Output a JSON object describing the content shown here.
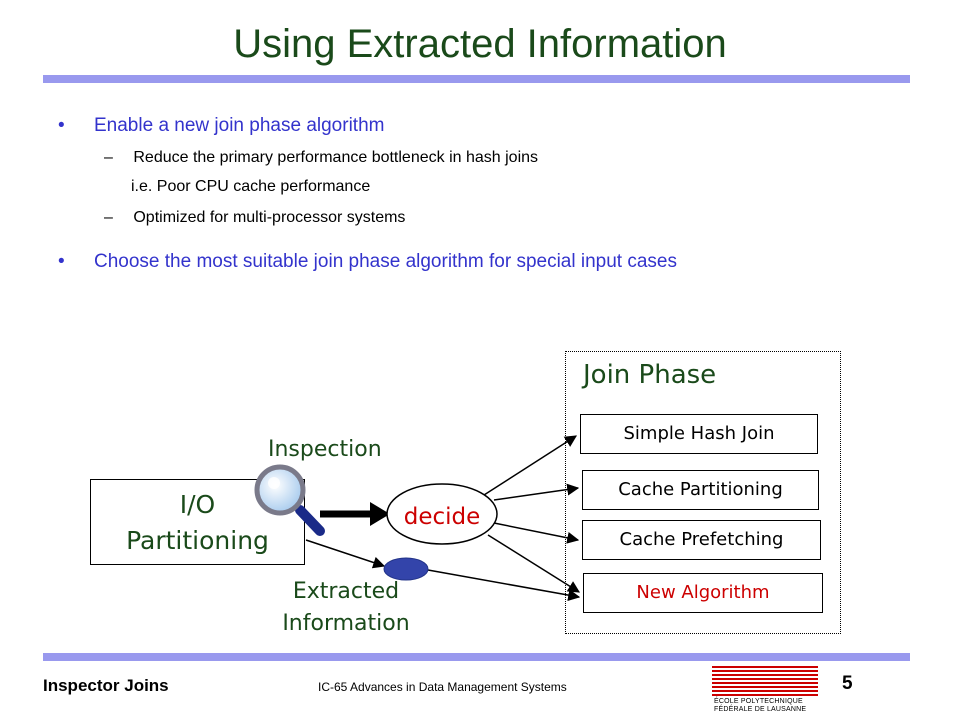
{
  "slide": {
    "title": "Using Extracted Information",
    "bullets": [
      {
        "text": "Enable a new join phase algorithm",
        "subs": [
          "Reduce the primary performance bottleneck in hash joins",
          "i.e.  Poor CPU cache performance",
          "Optimized for multi-processor systems"
        ]
      },
      {
        "text": "Choose the most suitable join phase algorithm for special input cases"
      }
    ]
  },
  "diagram": {
    "join_phase_label": "Join Phase",
    "io_partitioning": "I/O Partitioning",
    "io_line1": "I/O",
    "io_line2": "Partitioning",
    "inspection_label": "Inspection",
    "decide_label": "decide",
    "extracted_line1": "Extracted",
    "extracted_line2": "Information",
    "algorithms": [
      "Simple Hash Join",
      "Cache Partitioning",
      "Cache Prefetching",
      "New Algorithm"
    ],
    "colors": {
      "new_algorithm": "#cc0000",
      "decide": "#cc0000",
      "extracted_ellipse": "#3344aa"
    }
  },
  "footer": {
    "left": "Inspector Joins",
    "middle": "IC-65 Advances in Data Management Systems",
    "page_number": "5",
    "logo_lines": [
      "ÉCOLE POLYTECHNIQUE",
      "FÉDÉRALE DE LAUSANNE"
    ]
  }
}
